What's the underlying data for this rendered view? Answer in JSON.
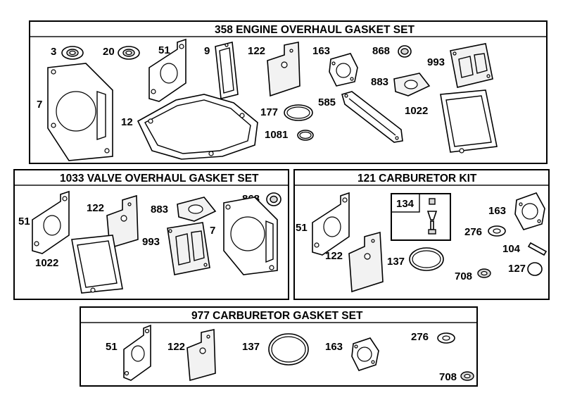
{
  "sections": [
    {
      "id": "engine-overhaul",
      "title": "358 ENGINE OVERHAUL GASKET SET",
      "parts": [
        "3",
        "20",
        "51",
        "9",
        "122",
        "163",
        "868",
        "993",
        "7",
        "12",
        "177",
        "1081",
        "585",
        "883",
        "1022"
      ]
    },
    {
      "id": "valve-overhaul",
      "title": "1033 VALVE OVERHAUL GASKET SET",
      "parts": [
        "51",
        "122",
        "883",
        "868",
        "1022",
        "993",
        "7"
      ]
    },
    {
      "id": "carburetor-kit",
      "title": "121 CARBURETOR KIT",
      "parts": [
        "134",
        "51",
        "163",
        "276",
        "104",
        "122",
        "137",
        "708",
        "127"
      ]
    },
    {
      "id": "carburetor-gasket",
      "title": "977 CARBURETOR  GASKET SET",
      "parts": [
        "51",
        "122",
        "137",
        "163",
        "276",
        "708"
      ]
    }
  ]
}
